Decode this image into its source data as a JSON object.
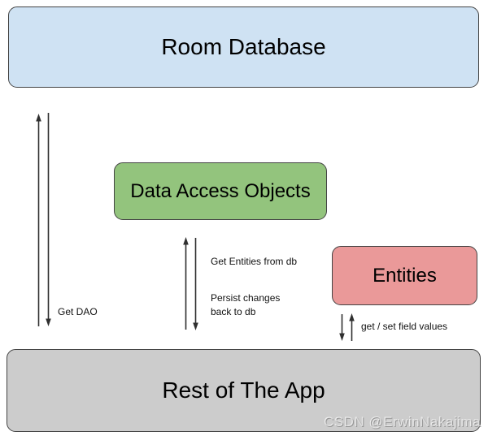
{
  "diagram": {
    "title_context": "Room Database architecture diagram",
    "nodes": {
      "room_database": {
        "label": "Room Database",
        "fill": "#cfe2f3"
      },
      "data_access_objects": {
        "label": "Data Access Objects",
        "fill": "#93c47d"
      },
      "entities": {
        "label": "Entities",
        "fill": "#ea9999"
      },
      "rest_of_app": {
        "label": "Rest of The App",
        "fill": "#cccccc"
      }
    },
    "edges": {
      "get_dao": {
        "label": "Get DAO",
        "from": "Rest of The App",
        "to": "Room Database",
        "direction": "bidirectional"
      },
      "get_entities": {
        "label": "Get Entities from db",
        "from": "Rest of The App",
        "to": "Data Access Objects",
        "direction": "up"
      },
      "persist_changes": {
        "label_line1": "Persist changes",
        "label_line2": "back to db",
        "from": "Data Access Objects",
        "to": "Rest of The App",
        "direction": "down"
      },
      "get_set_fields": {
        "label": "get / set field values",
        "from": "Rest of The App",
        "to": "Entities",
        "direction": "bidirectional"
      }
    },
    "colors": {
      "border": "#434343",
      "arrow": "#2f2f2f",
      "background": "#ffffff",
      "label_text": "#111111"
    },
    "watermark": "CSDN @ErwinNakajima"
  }
}
